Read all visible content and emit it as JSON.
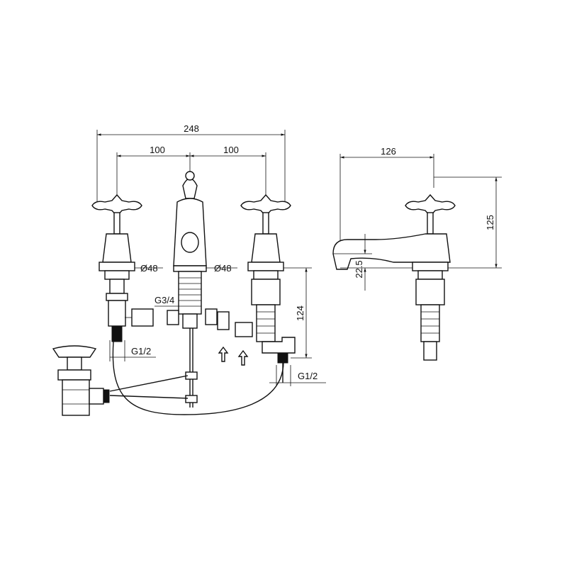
{
  "drawing": {
    "front_view": {
      "overall_width": "248",
      "left_spacing": "100",
      "right_spacing": "100",
      "left_diameter": "Ø48",
      "right_diameter": "Ø48",
      "center_thread": "G3/4",
      "height_below_deck": "124",
      "left_thread": "G1/2",
      "right_thread": "G1/2"
    },
    "side_view": {
      "spout_reach": "126",
      "height": "125",
      "spout_height": "22.5"
    },
    "colors": {
      "line": "#111111",
      "background": "#ffffff"
    }
  }
}
